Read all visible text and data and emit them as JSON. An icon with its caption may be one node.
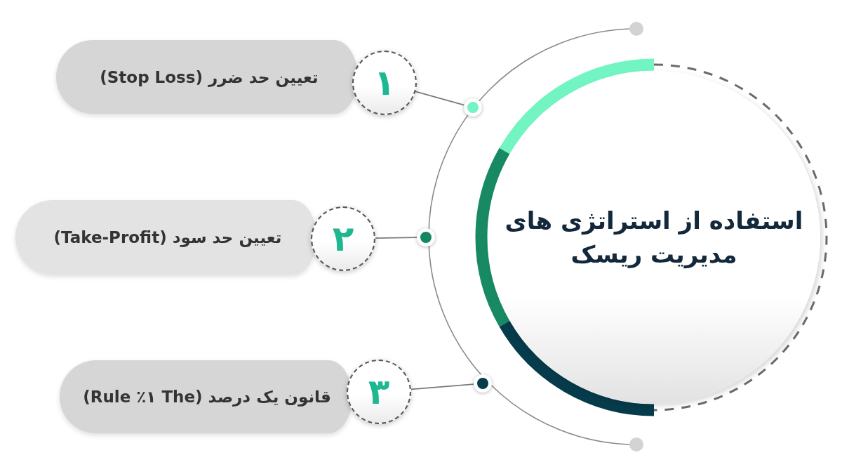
{
  "diagram": {
    "nodes": [
      {
        "text": [
          "استفاده از استراتژی های مدیریت ریسک"
        ]
      },
      {
        "text": [
          "تعیین حد ضرر (Stop Loss)"
        ]
      },
      {
        "text": [
          "۱"
        ]
      },
      {
        "text": [],
        "shape": "circle"
      },
      {
        "text": [
          "تعیین حد سود (Take-Profit)"
        ]
      },
      {
        "text": [
          "۲"
        ]
      },
      {
        "text": [],
        "shape": "circle"
      },
      {
        "text": [
          "قانون یک درصد (The ١٪ Rule)"
        ]
      },
      {
        "text": [
          "۳"
        ]
      },
      {
        "text": [],
        "shape": "circle"
      }
    ],
    "edges": [
      {
        "from": 2,
        "to": 3,
        "arrow": "none"
      },
      {
        "from": 5,
        "to": 6,
        "arrow": "none"
      },
      {
        "from": 8,
        "to": 9,
        "arrow": "none"
      }
    ]
  }
}
